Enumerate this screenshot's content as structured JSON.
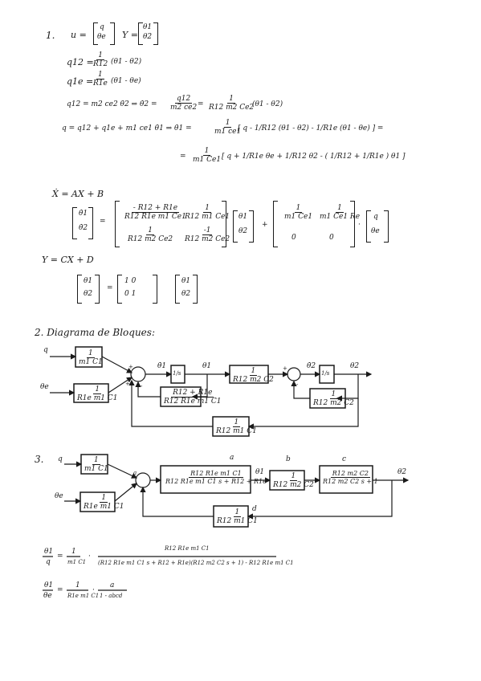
{
  "section1": {
    "number": "1.",
    "u_def": "u =",
    "u_vec": [
      "q",
      "θe"
    ],
    "y_def": "Y =",
    "y_vec": [
      "θ1",
      "θ2"
    ],
    "q12_lhs": "q12 =",
    "q12_num": "1",
    "q12_den": "R12",
    "q12_rhs": "(θ1 - θ2)",
    "q1e_lhs": "q1e =",
    "q1e_num": "1",
    "q1e_den": "R1e",
    "q1e_rhs": "(θ1 - θe)",
    "eq_q12": "q12 = m2 ce2 θ̇2  ⇒  θ̇2 =",
    "eq_q12_f1n": "q12",
    "eq_q12_f1d": "m2 ce2",
    "eq_q12_f2n": "1",
    "eq_q12_f2d": "R12 m2 Ce2",
    "eq_q12_tail": "(θ1 - θ2)",
    "eq_q": "q = q12 + q1e + m1 ce1 θ̇1  ⇒  θ̇1 =",
    "eq_q_f1n": "1",
    "eq_q_f1d": "m1 ce1",
    "eq_q_bracket": "[ q -  1/R12 (θ1 - θ2) -  1/R1e (θ1 - θe) ] =",
    "eq_q2_eq": "=",
    "eq_q2_fn": "1",
    "eq_q2_fd": "m1 Ce1",
    "eq_q2_body": "[ q + 1/R1e θe + 1/R12 θ2 - ( 1/R12 + 1/R1e ) θ1 ]",
    "state_eq": "Ẋ = AX + B",
    "state_lhs": [
      "θ̇1",
      "θ̇2"
    ],
    "A11n": "- R12 + R1e",
    "A11d": "R12 R1e m1 Ce1",
    "A12n": "1",
    "A12d": "R12 m1 Ce1",
    "A21n": "1",
    "A21d": "R12 m2 Ce2",
    "A22n": "-1",
    "A22d": "R12 m2 Ce2",
    "x_vec": [
      "θ1",
      "θ2"
    ],
    "plus": "+",
    "B11n": "1",
    "B11d": "m1 Ce1",
    "B12n": "1",
    "B12d": "m1 Ce1 Re",
    "B21": "0",
    "B22": "0",
    "dot": "·",
    "u_vec2": [
      "q",
      "θe"
    ],
    "out_eq": "Y = CX + D",
    "out_lhs": [
      "θ1",
      "θ2"
    ],
    "out_eqs": "=",
    "C_row1": "1   0",
    "C_row2": "0   1",
    "out_x": [
      "θ1",
      "θ2"
    ]
  },
  "section2": {
    "title": "2.  Diagrama  de  Bloques:",
    "in_q": "q",
    "in_te": "θe",
    "blk_a_n": "1",
    "blk_a_d": "m1 C1",
    "blk_b_n": "1",
    "blk_b_d": "R1e m1 C1",
    "sig_t1dot": "θ̇1",
    "blk_int1": "1/s",
    "sig_t1": "θ1",
    "blk_fb_n": "R12 + R1e",
    "blk_fb_d": "R12 R1e m1 C1",
    "blk_c_n": "1",
    "blk_c_d": "R12 m2 C2",
    "sig_t2dot": "θ̇2",
    "blk_int2": "1/s",
    "sig_t2": "θ2",
    "blk_fb2_n": "1",
    "blk_fb2_d": "R12 m2 C2",
    "blk_fb3_n": "1",
    "blk_fb3_d": "R12 m1 C1",
    "plus": "+",
    "minus": "-"
  },
  "section3": {
    "number": "3.",
    "in_q": "q",
    "in_te": "θe",
    "blk_a_n": "1",
    "blk_a_d": "m1 C1",
    "blk_b_n": "1",
    "blk_b_d": "R1e m1 C1",
    "blk_big_n": "R12 R1e m1 C1",
    "blk_big_d": "R12 R1e m1 C1 s + R12 + R1e",
    "lbl_a": "a",
    "sig_t1": "θ1",
    "blk_mid_n": "1",
    "blk_mid_d": "R12 m2 C2",
    "lbl_b": "b",
    "blk_right_n": "R12 m2 C2",
    "blk_right_d": "R12 m2 C2 s + 1",
    "lbl_c": "c",
    "sig_t2": "θ2",
    "blk_fb_n": "1",
    "blk_fb_d": "R12 m1 C1",
    "lbl_d": "d",
    "tf1_lhs_n": "θ1",
    "tf1_lhs_d": "q",
    "tf1_eq": "=",
    "tf1_f1n": "1",
    "tf1_f1d": "m1 C1",
    "tf1_dot": "·",
    "tf1_f2n": "R12 R1e m1 C1",
    "tf1_f2d": "(R12 R1e m1 C1 s + R12 + R1e)(R12 m2 C2 s + 1) - R12 R1e m1 C1",
    "tf2_lhs_n": "θ1",
    "tf2_lhs_d": "θe",
    "tf2_eq": "=",
    "tf2_f1n": "1",
    "tf2_f1d": "R1e m1 C1",
    "tf2_dot": "·",
    "tf2_f2n": "a",
    "tf2_f2d": "1 - abcd"
  }
}
